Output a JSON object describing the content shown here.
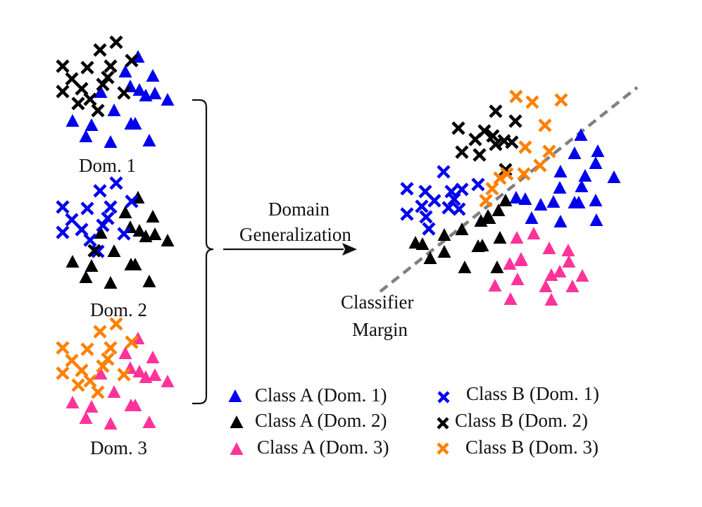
{
  "colors": {
    "dom1": "#0000ee",
    "dom2": "#000000",
    "dom3_classA": "#ff3399",
    "dom3_classB": "#ff8000",
    "margin_line": "#808080",
    "text": "#111111"
  },
  "labels": {
    "dom1": "Dom. 1",
    "dom2": "Dom. 2",
    "dom3": "Dom. 3",
    "arrow_line1": "Domain",
    "arrow_line2": "Generalization",
    "margin_line1": "Classifier",
    "margin_line2": "Margin"
  },
  "legend": [
    {
      "marker": "triangle",
      "color": "#0000ee",
      "label": "Class A (Dom. 1)"
    },
    {
      "marker": "x",
      "color": "#0000ee",
      "label": "Class B (Dom. 1)"
    },
    {
      "marker": "triangle",
      "color": "#000000",
      "label": "Class A (Dom. 2)"
    },
    {
      "marker": "x",
      "color": "#000000",
      "label": "Class B (Dom. 2)"
    },
    {
      "marker": "triangle",
      "color": "#ff3399",
      "label": "Class A (Dom. 3)"
    },
    {
      "marker": "x",
      "color": "#ff8000",
      "label": "Class B (Dom. 3)"
    }
  ]
}
